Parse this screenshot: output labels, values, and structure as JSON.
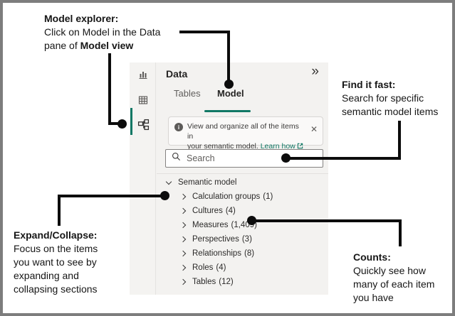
{
  "colors": {
    "accent_teal": "#117865",
    "connector_black": "#0c0c0c",
    "frame_border_gray": "#7d7d7d",
    "pane_background": "#f3f2f0"
  },
  "icons": {
    "collapse_pane": "»",
    "info": "i",
    "close": "✕",
    "view_switcher": [
      "report-view-icon",
      "table-view-icon",
      "model-view-icon"
    ],
    "selected_view": "model-view-icon"
  },
  "annotations": {
    "model_explorer": {
      "title": "Model explorer:",
      "line1": "Click on Model in the Data",
      "line2_prefix": "pane of ",
      "line2_bold": "Model view"
    },
    "find_it_fast": {
      "title": "Find it fast:",
      "line1": "Search for specific",
      "line2": "semantic model items"
    },
    "expand_collapse": {
      "title": "Expand/Collapse:",
      "line1": "Focus on the items",
      "line2": "you want to see by",
      "line3": "expanding and",
      "line4": "collapsing sections"
    },
    "counts": {
      "title": "Counts:",
      "line1": "Quickly see how",
      "line2": "many of each item",
      "line3": "you have"
    }
  },
  "pane": {
    "title": "Data",
    "tabs": [
      {
        "label": "Tables"
      },
      {
        "label": "Model"
      }
    ],
    "selected_tab": "Model",
    "banner": {
      "line1": "View and organize all of the items in",
      "line2": "your semantic model.",
      "link_label": "Learn how"
    },
    "search": {
      "placeholder": "Search"
    },
    "tree": {
      "root_label": "Semantic model",
      "items": [
        {
          "label": "Calculation groups",
          "count": "(1)"
        },
        {
          "label": "Cultures",
          "count": "(4)"
        },
        {
          "label": "Measures",
          "count": "(1,409)"
        },
        {
          "label": "Perspectives",
          "count": "(3)"
        },
        {
          "label": "Relationships",
          "count": "(8)"
        },
        {
          "label": "Roles",
          "count": "(4)"
        },
        {
          "label": "Tables",
          "count": "(12)"
        }
      ]
    }
  }
}
